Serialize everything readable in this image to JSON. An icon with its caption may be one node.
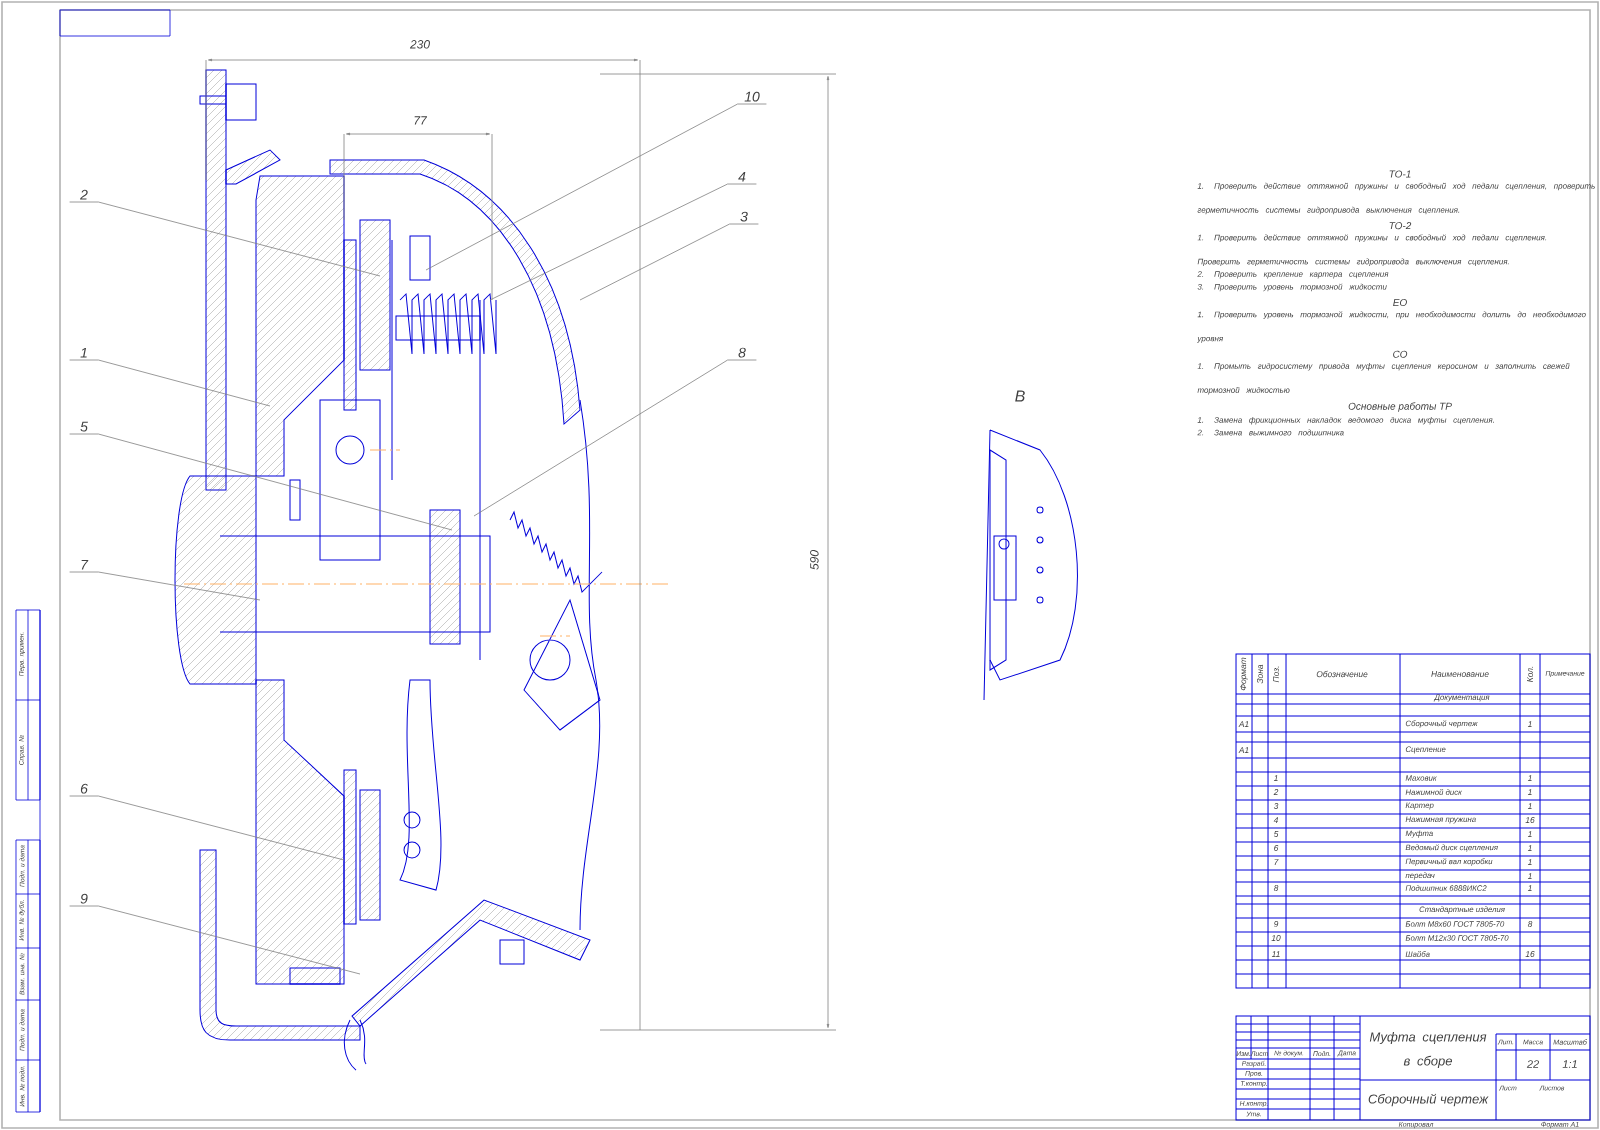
{
  "diagram": {
    "nodes": [
      {
        "text": [
          "2"
        ]
      },
      {
        "text": [
          "1"
        ]
      },
      {
        "text": [
          "5"
        ]
      },
      {
        "text": [
          "7"
        ]
      },
      {
        "text": [
          "6"
        ]
      },
      {
        "text": [
          "9"
        ]
      },
      {
        "text": [
          "10"
        ]
      },
      {
        "text": [
          "4"
        ]
      },
      {
        "text": [
          "3"
        ]
      },
      {
        "text": [
          "8"
        ]
      }
    ],
    "edges": [
      {
        "from": 0,
        "to": null,
        "arrow": "none"
      },
      {
        "from": 1,
        "to": null,
        "arrow": "none"
      },
      {
        "from": 2,
        "to": null,
        "arrow": "none"
      },
      {
        "from": 3,
        "to": null,
        "arrow": "none"
      },
      {
        "from": 4,
        "to": null,
        "arrow": "none"
      },
      {
        "from": 5,
        "to": null,
        "arrow": "none"
      },
      {
        "from": 6,
        "to": null,
        "arrow": "none"
      },
      {
        "from": 7,
        "to": null,
        "arrow": "none"
      },
      {
        "from": 8,
        "to": null,
        "arrow": "none"
      },
      {
        "from": 9,
        "to": null,
        "arrow": "none"
      }
    ],
    "labels": [
      "230",
      "77",
      "590",
      "В",
      "ТО-1",
      "1. Проверить действие оттяжной пружины и свободный ход педали сцепления, проверить герметичность системы гидропривода выключения сцепления.",
      "ТО-2",
      "1. Проверить действие оттяжной пружины и свободный ход педали сцепления. Проверить герметичность системы гидропривода выключения сцепления.",
      "2. Проверить крепление картера сцепления",
      "3. Проверить уровень тормозной жидкости",
      "ЕО",
      "1. Проверить уровень тормозной жидкости, при необходимости долить до необходимого уровня",
      "СО",
      "1. Промыть гидросистему привода муфты сцепления керосином и заполнить свежей тормозной жидкостью",
      "Основные работы ТР",
      "1. Замена фрикционных накладок ведомого диска муфты сцепления.",
      "2. Замена выжимного подшипника",
      "Формат",
      "Зона",
      "Поз.",
      "Обозначение",
      "Наименование",
      "Кол.",
      "Примечание",
      "Документация",
      "А1",
      "Сборочный чертеж",
      "1",
      "А1",
      "Сцепление",
      "1",
      "Маховик",
      "1",
      "2",
      "Нажимной диск",
      "1",
      "3",
      "Картер",
      "1",
      "4",
      "Нажимная пружина",
      "16",
      "5",
      "Муфта",
      "1",
      "6",
      "Ведомый диск сцепления",
      "1",
      "7",
      "Первичный вал коробки",
      "1",
      "передач",
      "1",
      "8",
      "Подшипник 6888ИКС2",
      "1",
      "Стандартные изделия",
      "9",
      "Болт М8х60 ГОСТ 7805-70",
      "8",
      "10",
      "Болт М12х30 ГОСТ 7805-70",
      "11",
      "Шайба",
      "16",
      "Изм.",
      "Лист",
      "№ докум.",
      "Подп.",
      "Дата",
      "Разраб.",
      "Пров.",
      "Т.контр.",
      "Н.контр.",
      "Утв.",
      "Муфта сцепления в сборе",
      "Сборочный чертеж",
      "Лит.",
      "Масса",
      "Масштаб",
      "22",
      "1:1",
      "Лист",
      "Листов",
      "Копировал",
      "Формат А1",
      "Перв. примен.",
      "Справ. №",
      "Подп. и дата",
      "Инв. № дубл.",
      "Взам. инв. №",
      "Подп. и дата",
      "Инв. № подл."
    ]
  }
}
